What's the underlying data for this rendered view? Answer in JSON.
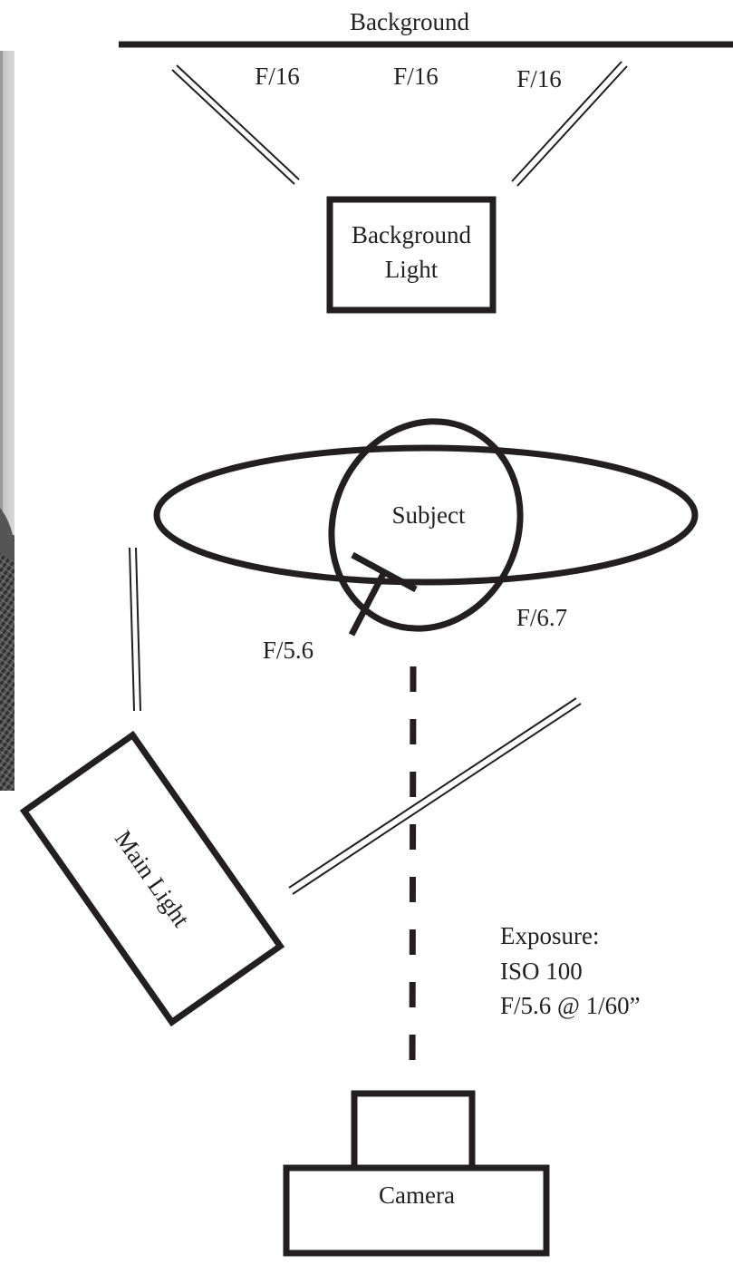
{
  "labels": {
    "background": "Background",
    "bg_reading_left": "F/16",
    "bg_reading_center": "F/16",
    "bg_reading_right": "F/16",
    "background_light_line1": "Background",
    "background_light_line2": "Light",
    "subject": "Subject",
    "reading_left": "F/5.6",
    "reading_right": "F/6.7",
    "main_light": "Main Light",
    "exposure_title": "Exposure:",
    "exposure_iso": "ISO 100",
    "exposure_setting": "F/5.6 @ 1/60”",
    "camera": "Camera"
  },
  "colors": {
    "ink": "#231f20",
    "paper": "#ffffff",
    "photo_dark": "#2a2a2a",
    "photo_light": "#bdbdbd"
  }
}
